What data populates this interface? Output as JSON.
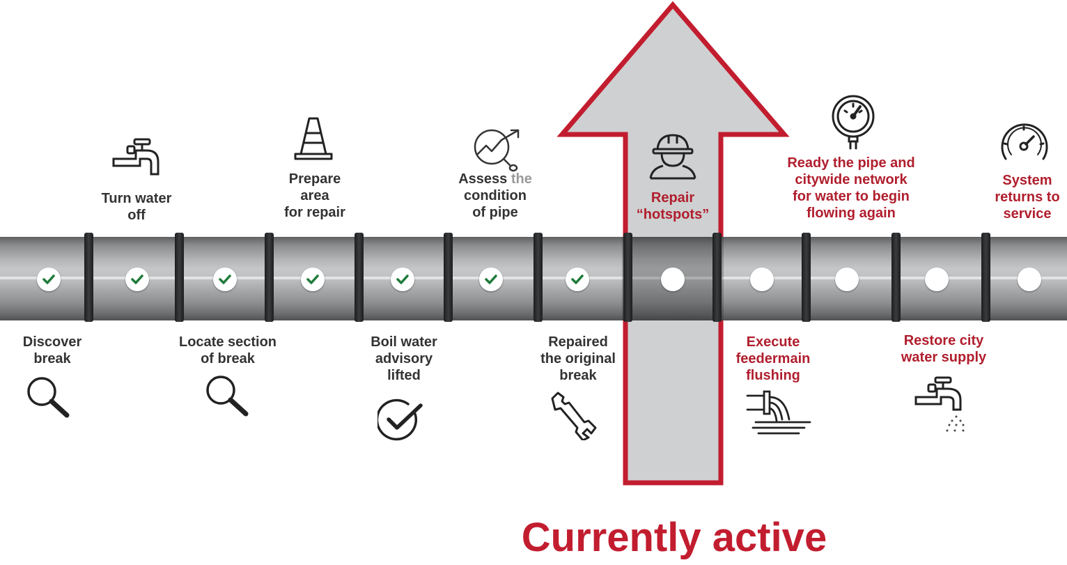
{
  "colors": {
    "completed_text": "#333333",
    "pending_text": "#b01e2d",
    "accent_red": "#c21d2f",
    "check_green": "#1e7a3a",
    "arrow_fill": "#cfd0d1"
  },
  "steps": [
    {
      "lines": [
        "Discover",
        "break"
      ],
      "status": "completed",
      "icon": "magnifier-icon"
    },
    {
      "lines": [
        "Turn water",
        "off"
      ],
      "status": "completed",
      "icon": "faucet-icon"
    },
    {
      "lines": [
        "Locate section",
        "of break"
      ],
      "status": "completed",
      "icon": "magnifier-icon"
    },
    {
      "lines": [
        "Prepare",
        "area",
        "for repair"
      ],
      "status": "completed",
      "icon": "traffic-cone-icon"
    },
    {
      "lines": [
        "Boil water",
        "advisory",
        "lifted"
      ],
      "status": "completed",
      "icon": "check-circle-icon"
    },
    {
      "lines": [
        "Assess the",
        "condition",
        "of pipe"
      ],
      "status": "completed",
      "icon": "pipe-inspection-icon"
    },
    {
      "lines": [
        "Repaired",
        "the original",
        "break"
      ],
      "status": "completed",
      "icon": "wrench-icon"
    },
    {
      "lines": [
        "Repair",
        "“hotspots”"
      ],
      "status": "active",
      "icon": "worker-helmet-icon"
    },
    {
      "lines": [
        "Execute",
        "feedermain",
        "flushing"
      ],
      "status": "pending",
      "icon": "flushing-pipe-icon"
    },
    {
      "lines": [
        "Ready the pipe and",
        "citywide network",
        "for water to begin",
        "flowing again"
      ],
      "status": "pending",
      "icon": "pressure-gauge-icon"
    },
    {
      "lines": [
        "Restore city",
        "water supply"
      ],
      "status": "pending",
      "icon": "faucet-spray-icon"
    },
    {
      "lines": [
        "System",
        "returns to",
        "service"
      ],
      "status": "pending",
      "icon": "speedometer-icon"
    }
  ],
  "footer": {
    "status_text": "Currently active"
  }
}
